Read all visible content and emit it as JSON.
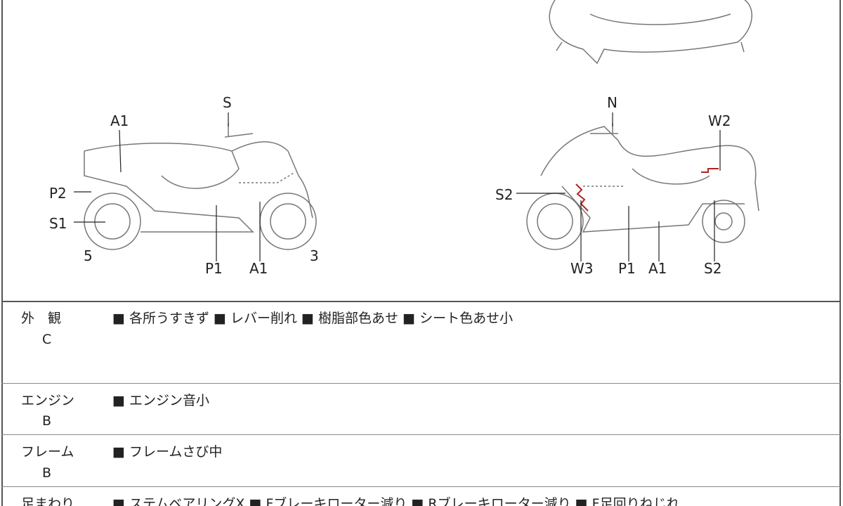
{
  "diagram": {
    "left_view": {
      "labels": [
        "S",
        "A1",
        "P2",
        "S1",
        "5",
        "P1",
        "A1",
        "3"
      ]
    },
    "right_view": {
      "labels": [
        "N",
        "W2",
        "S2",
        "W3",
        "P1",
        "A1",
        "S2"
      ]
    },
    "damage_color": "#b22222"
  },
  "rows": [
    {
      "label": "外　観",
      "grade": "C",
      "items": "■ 各所うすきず ■ レバー削れ ■ 樹脂部色あせ ■ シート色あせ小"
    },
    {
      "label": "エンジン",
      "grade": "B",
      "items": "■ エンジン音小"
    },
    {
      "label": "フレーム",
      "grade": "B",
      "items": "■ フレームさび中"
    },
    {
      "label": "足まわり",
      "grade": "",
      "items": "■ ステムベアリングX ■ Fブレーキローター減り ■ Rブレーキローター減り ■ F足回りねじれ"
    }
  ]
}
